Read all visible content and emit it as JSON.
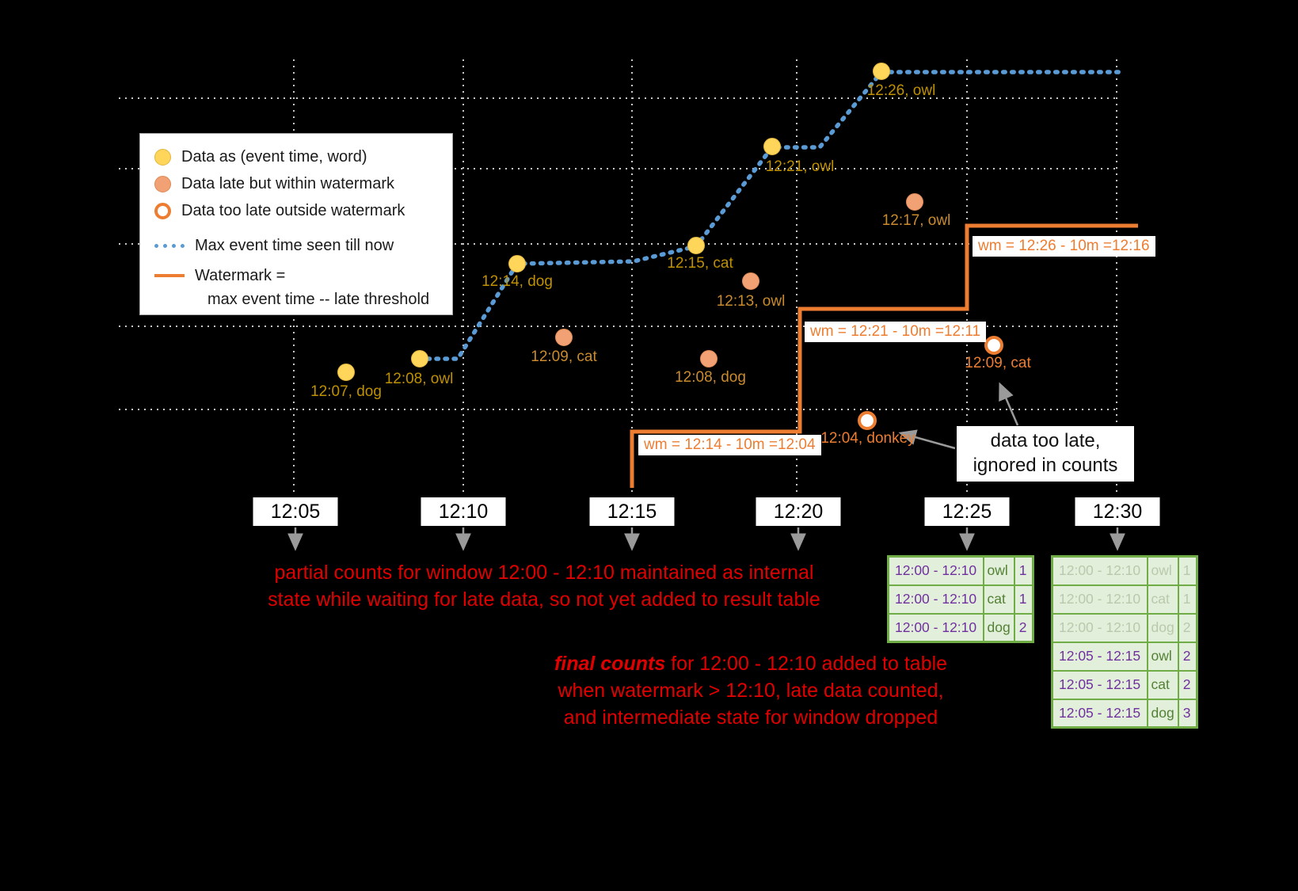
{
  "legend": {
    "items": [
      "Data as (event time, word)",
      "Data late but within watermark",
      "Data too late outside watermark",
      "Max event time seen till now",
      "Watermark =",
      "max event time -- late threshold"
    ]
  },
  "axis": {
    "labels": [
      "12:05",
      "12:10",
      "12:15",
      "12:20",
      "12:25",
      "12:30"
    ]
  },
  "points": {
    "on_time": [
      {
        "label": "12:07, dog"
      },
      {
        "label": "12:08, owl"
      },
      {
        "label": "12:14, dog"
      },
      {
        "label": "12:15, cat"
      },
      {
        "label": "12:21, owl"
      },
      {
        "label": "12:26, owl"
      }
    ],
    "late": [
      {
        "label": "12:09, cat"
      },
      {
        "label": "12:08, dog"
      },
      {
        "label": "12:13, owl"
      },
      {
        "label": "12:17, owl"
      }
    ],
    "too_late": [
      {
        "label": "12:04, donkey"
      },
      {
        "label": "12:09, cat"
      }
    ]
  },
  "watermark": {
    "labels": [
      "wm = 12:14 - 10m =12:04",
      "wm = 12:21 - 10m =12:11",
      "wm = 12:26 - 10m =12:16"
    ]
  },
  "annotations": {
    "partial_line1": "partial counts for window 12:00 - 12:10 maintained as internal",
    "partial_line2": "state while waiting for late data, so not yet added  to result table",
    "final_emphasis": "final counts",
    "final_line1_rest": " for 12:00 - 12:10 added to table",
    "final_line2": "when watermark > 12:10, late data counted,",
    "final_line3": "and intermediate state for window dropped",
    "too_late_line1": "data too late,",
    "too_late_line2": "ignored in counts"
  },
  "tables": {
    "t1": {
      "rows": [
        [
          "12:00 - 12:10",
          "owl",
          "1"
        ],
        [
          "12:00 - 12:10",
          "cat",
          "1"
        ],
        [
          "12:00 - 12:10",
          "dog",
          "2"
        ]
      ]
    },
    "t2": {
      "rows": [
        [
          "12:00 - 12:10",
          "owl",
          "1"
        ],
        [
          "12:00 - 12:10",
          "cat",
          "1"
        ],
        [
          "12:00 - 12:10",
          "dog",
          "2"
        ],
        [
          "12:05 - 12:15",
          "owl",
          "2"
        ],
        [
          "12:05 - 12:15",
          "cat",
          "2"
        ],
        [
          "12:05 - 12:15",
          "dog",
          "3"
        ]
      ]
    }
  },
  "colors": {
    "on_time": "#ffd55a",
    "late": "#f2a175",
    "too_late_stroke": "#ed7d31",
    "max_event_line": "#5b9bd5",
    "watermark_line": "#ed7d31",
    "annotation_red": "#e00000",
    "table_green": "#70ad47",
    "table_row_bg": "#e2efda"
  }
}
